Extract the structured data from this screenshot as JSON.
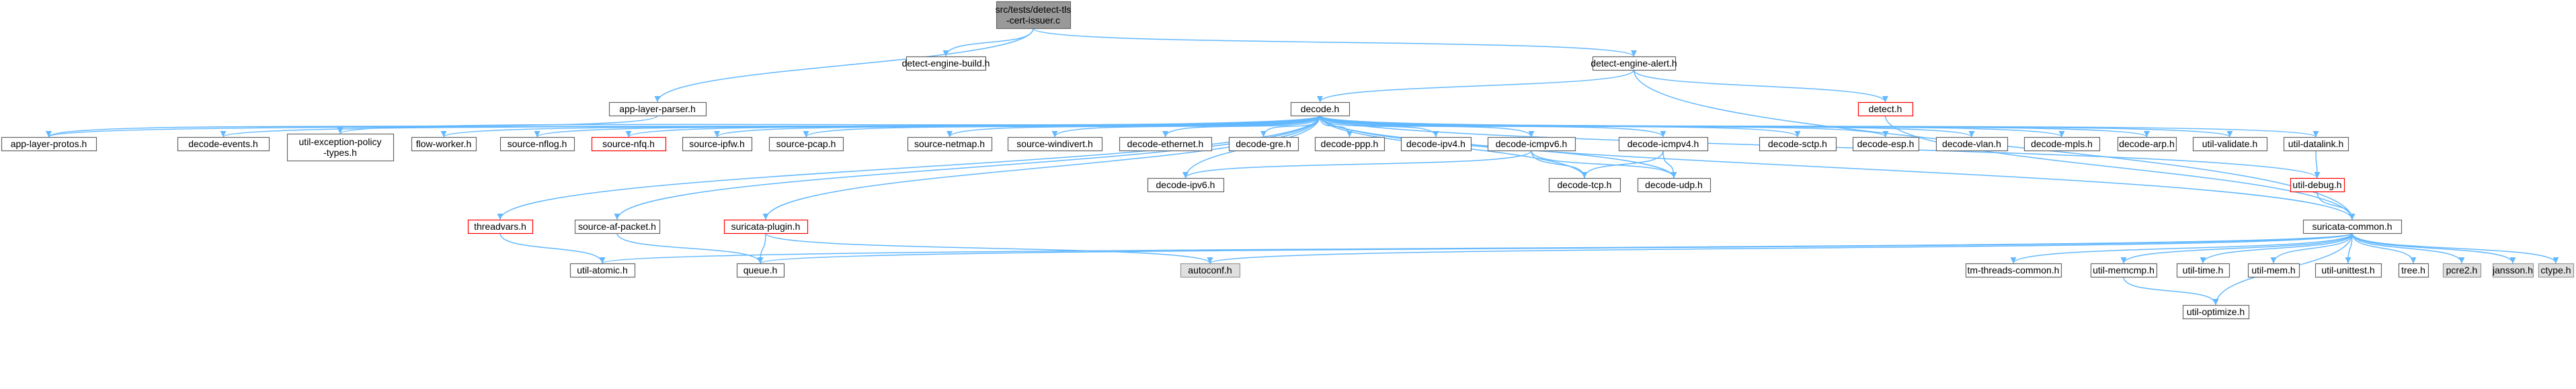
{
  "graph": {
    "nodes": [
      {
        "id": "root",
        "lines": [
          "src/tests/detect-tls",
          "-cert-issuer.c"
        ],
        "style": "root"
      },
      {
        "id": "deb",
        "lines": [
          "detect-engine-build.h"
        ]
      },
      {
        "id": "dea",
        "lines": [
          "detect-engine-alert.h"
        ]
      },
      {
        "id": "alp",
        "lines": [
          "app-layer-parser.h"
        ]
      },
      {
        "id": "dec",
        "lines": [
          "decode.h"
        ]
      },
      {
        "id": "det",
        "lines": [
          "detect.h"
        ],
        "style": "red"
      },
      {
        "id": "protos",
        "lines": [
          "app-layer-protos.h"
        ]
      },
      {
        "id": "devents",
        "lines": [
          "decode-events.h"
        ]
      },
      {
        "id": "uexc",
        "lines": [
          "util-exception-policy",
          "-types.h"
        ]
      },
      {
        "id": "fw",
        "lines": [
          "flow-worker.h"
        ]
      },
      {
        "id": "snflog",
        "lines": [
          "source-nflog.h"
        ]
      },
      {
        "id": "snfq",
        "lines": [
          "source-nfq.h"
        ],
        "style": "red"
      },
      {
        "id": "sipfw",
        "lines": [
          "source-ipfw.h"
        ]
      },
      {
        "id": "spcap",
        "lines": [
          "source-pcap.h"
        ]
      },
      {
        "id": "snetmap",
        "lines": [
          "source-netmap.h"
        ]
      },
      {
        "id": "swindivert",
        "lines": [
          "source-windivert.h"
        ]
      },
      {
        "id": "deth",
        "lines": [
          "decode-ethernet.h"
        ]
      },
      {
        "id": "dgre",
        "lines": [
          "decode-gre.h"
        ]
      },
      {
        "id": "dppp",
        "lines": [
          "decode-ppp.h"
        ]
      },
      {
        "id": "dipv4",
        "lines": [
          "decode-ipv4.h"
        ]
      },
      {
        "id": "dicmpv6",
        "lines": [
          "decode-icmpv6.h"
        ]
      },
      {
        "id": "dicmpv4",
        "lines": [
          "decode-icmpv4.h"
        ]
      },
      {
        "id": "dsctp",
        "lines": [
          "decode-sctp.h"
        ]
      },
      {
        "id": "desp",
        "lines": [
          "decode-esp.h"
        ]
      },
      {
        "id": "dvlan",
        "lines": [
          "decode-vlan.h"
        ]
      },
      {
        "id": "dmpls",
        "lines": [
          "decode-mpls.h"
        ]
      },
      {
        "id": "darp",
        "lines": [
          "decode-arp.h"
        ]
      },
      {
        "id": "uvalidate",
        "lines": [
          "util-validate.h"
        ]
      },
      {
        "id": "udatalink",
        "lines": [
          "util-datalink.h"
        ]
      },
      {
        "id": "dipv6",
        "lines": [
          "decode-ipv6.h"
        ]
      },
      {
        "id": "dtcp",
        "lines": [
          "decode-tcp.h"
        ]
      },
      {
        "id": "dudp",
        "lines": [
          "decode-udp.h"
        ]
      },
      {
        "id": "udebug",
        "lines": [
          "util-debug.h"
        ],
        "style": "red"
      },
      {
        "id": "threadvars",
        "lines": [
          "threadvars.h"
        ],
        "style": "red"
      },
      {
        "id": "safpacket",
        "lines": [
          "source-af-packet.h"
        ]
      },
      {
        "id": "splugin",
        "lines": [
          "suricata-plugin.h"
        ],
        "style": "red"
      },
      {
        "id": "scommon",
        "lines": [
          "suricata-common.h"
        ]
      },
      {
        "id": "uatomic",
        "lines": [
          "util-atomic.h"
        ]
      },
      {
        "id": "queue",
        "lines": [
          "queue.h"
        ]
      },
      {
        "id": "autoconf",
        "lines": [
          "autoconf.h"
        ],
        "style": "ext"
      },
      {
        "id": "tmthreads",
        "lines": [
          "tm-threads-common.h"
        ]
      },
      {
        "id": "umemcmp",
        "lines": [
          "util-memcmp.h"
        ]
      },
      {
        "id": "utime",
        "lines": [
          "util-time.h"
        ]
      },
      {
        "id": "umem",
        "lines": [
          "util-mem.h"
        ]
      },
      {
        "id": "uunittest",
        "lines": [
          "util-unittest.h"
        ]
      },
      {
        "id": "tree",
        "lines": [
          "tree.h"
        ]
      },
      {
        "id": "pcre2",
        "lines": [
          "pcre2.h"
        ],
        "style": "ext"
      },
      {
        "id": "jansson",
        "lines": [
          "jansson.h"
        ],
        "style": "ext"
      },
      {
        "id": "ctype",
        "lines": [
          "ctype.h"
        ],
        "style": "ext"
      },
      {
        "id": "uoptimize",
        "lines": [
          "util-optimize.h"
        ]
      }
    ],
    "edges": [
      [
        "root",
        "deb"
      ],
      [
        "root",
        "dea"
      ],
      [
        "root",
        "alp"
      ],
      [
        "alp",
        "protos"
      ],
      [
        "dea",
        "dec"
      ],
      [
        "dea",
        "det"
      ],
      [
        "dea",
        "scommon"
      ],
      [
        "det",
        "scommon"
      ],
      [
        "dec",
        "protos"
      ],
      [
        "dec",
        "devents"
      ],
      [
        "dec",
        "uexc"
      ],
      [
        "dec",
        "fw"
      ],
      [
        "dec",
        "snflog"
      ],
      [
        "dec",
        "snfq"
      ],
      [
        "dec",
        "sipfw"
      ],
      [
        "dec",
        "spcap"
      ],
      [
        "dec",
        "snetmap"
      ],
      [
        "dec",
        "swindivert"
      ],
      [
        "dec",
        "deth"
      ],
      [
        "dec",
        "dgre"
      ],
      [
        "dec",
        "dppp"
      ],
      [
        "dec",
        "dipv4"
      ],
      [
        "dec",
        "dicmpv6"
      ],
      [
        "dec",
        "dicmpv4"
      ],
      [
        "dec",
        "dsctp"
      ],
      [
        "dec",
        "desp"
      ],
      [
        "dec",
        "dvlan"
      ],
      [
        "dec",
        "dmpls"
      ],
      [
        "dec",
        "darp"
      ],
      [
        "dec",
        "uvalidate"
      ],
      [
        "dec",
        "udatalink"
      ],
      [
        "dec",
        "dipv6"
      ],
      [
        "dec",
        "dtcp"
      ],
      [
        "dec",
        "dudp"
      ],
      [
        "dec",
        "udebug"
      ],
      [
        "dec",
        "threadvars"
      ],
      [
        "dec",
        "safpacket"
      ],
      [
        "dec",
        "splugin"
      ],
      [
        "dec",
        "scommon"
      ],
      [
        "dicmpv6",
        "dipv6"
      ],
      [
        "dicmpv6",
        "dtcp"
      ],
      [
        "dicmpv6",
        "dudp"
      ],
      [
        "dicmpv4",
        "dtcp"
      ],
      [
        "dicmpv4",
        "dudp"
      ],
      [
        "udatalink",
        "udebug"
      ],
      [
        "udebug",
        "scommon"
      ],
      [
        "threadvars",
        "uatomic"
      ],
      [
        "safpacket",
        "queue"
      ],
      [
        "splugin",
        "queue"
      ],
      [
        "splugin",
        "autoconf"
      ],
      [
        "scommon",
        "uatomic"
      ],
      [
        "scommon",
        "queue"
      ],
      [
        "scommon",
        "autoconf"
      ],
      [
        "scommon",
        "tmthreads"
      ],
      [
        "scommon",
        "umemcmp"
      ],
      [
        "scommon",
        "utime"
      ],
      [
        "scommon",
        "umem"
      ],
      [
        "scommon",
        "uunittest"
      ],
      [
        "scommon",
        "tree"
      ],
      [
        "scommon",
        "pcre2"
      ],
      [
        "scommon",
        "jansson"
      ],
      [
        "scommon",
        "ctype"
      ],
      [
        "scommon",
        "uoptimize"
      ],
      [
        "umemcmp",
        "uoptimize"
      ]
    ]
  }
}
